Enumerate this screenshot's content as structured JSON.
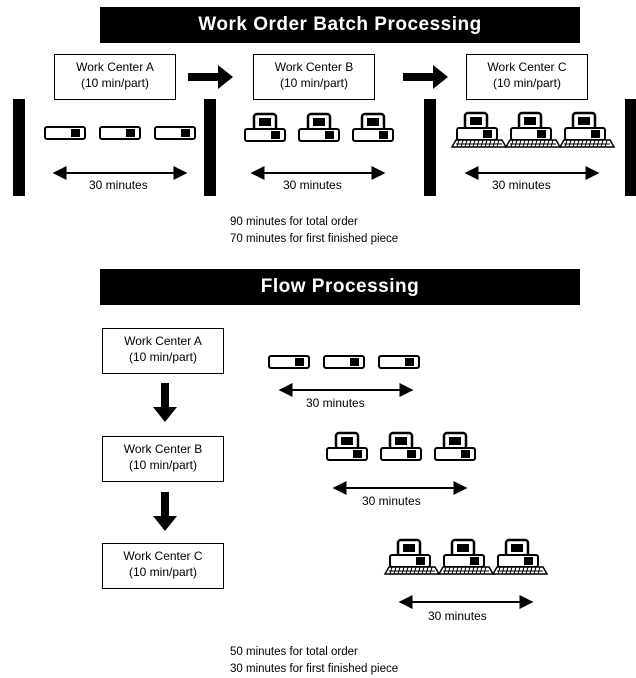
{
  "batch": {
    "title": "Work Order Batch Processing",
    "centers": [
      {
        "name": "Work Center A",
        "rate": "(10 min/part)"
      },
      {
        "name": "Work Center B",
        "rate": "(10 min/part)"
      },
      {
        "name": "Work Center C",
        "rate": "(10 min/part)"
      }
    ],
    "duration_label": "30 minutes",
    "summary": [
      "90 minutes for total order",
      "70 minutes for first finished piece"
    ]
  },
  "flow": {
    "title": "Flow Processing",
    "centers": [
      {
        "name": "Work Center A",
        "rate": "(10 min/part)"
      },
      {
        "name": "Work Center B",
        "rate": "(10 min/part)"
      },
      {
        "name": "Work Center C",
        "rate": "(10 min/part)"
      }
    ],
    "duration_label": "30 minutes",
    "summary": [
      "50 minutes for total order",
      "30 minutes for first finished piece"
    ]
  }
}
